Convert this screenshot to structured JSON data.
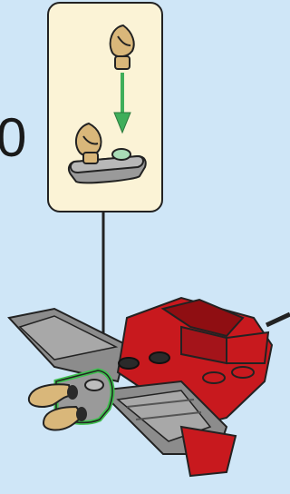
{
  "instruction": {
    "step_number": "0"
  },
  "callout": {
    "part_top": "gold-claw-piece",
    "part_bottom": "gold-claw-on-gray-plate",
    "action": "attach-down"
  },
  "colors": {
    "background": "#cfe6f7",
    "callout_fill": "#fbf3d6",
    "arrow_green": "#3fae5a",
    "brick_red": "#c8191e",
    "brick_dark_red": "#8f0e12",
    "plate_gray": "#9a9a9a",
    "gold": "#d9b77a",
    "highlight_outline": "#3fbf4f"
  }
}
